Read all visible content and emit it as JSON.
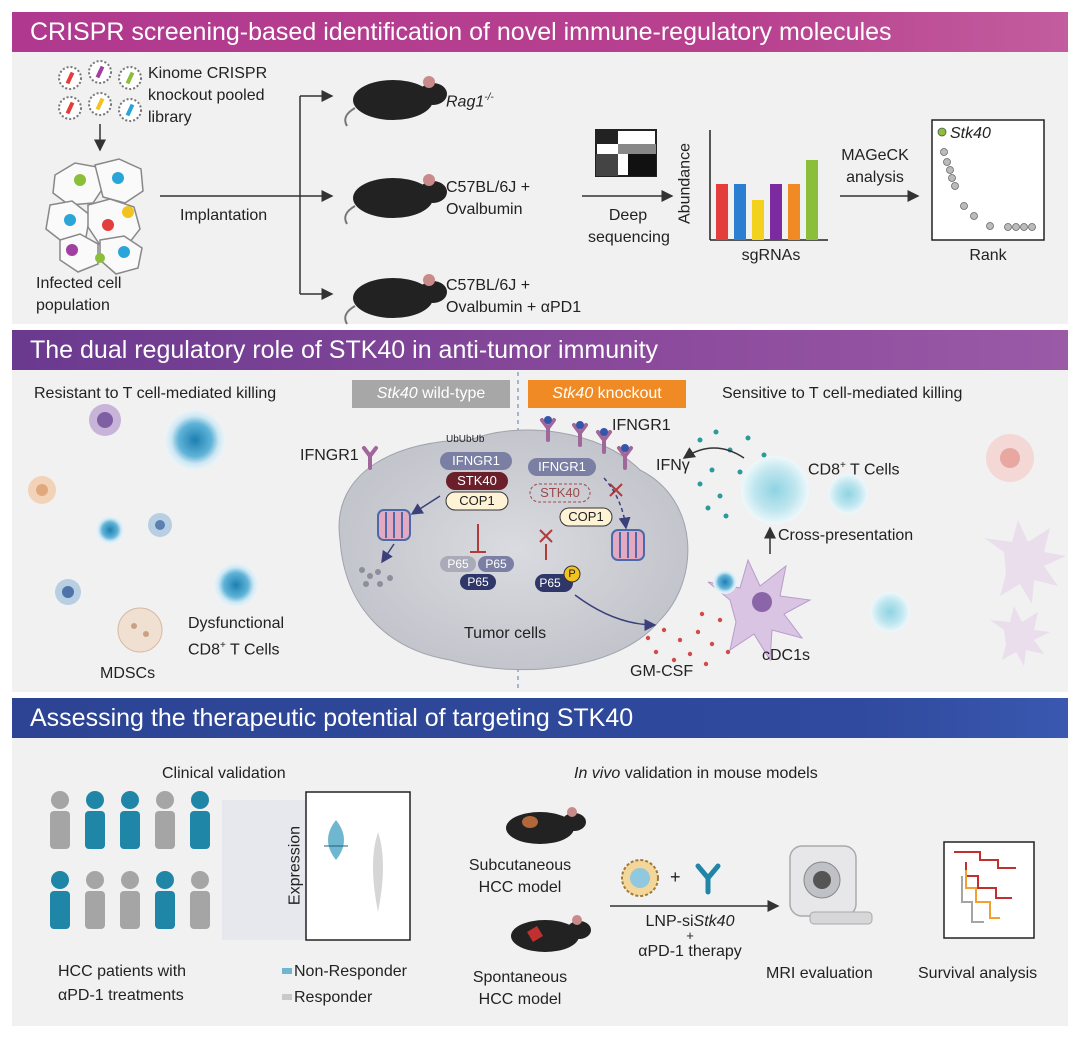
{
  "banners": {
    "top": "CRISPR screening-based identification of novel immune-regulatory molecules",
    "middle": "The dual regulatory role of STK40 in anti-tumor immunity",
    "bottom": "Assessing the therapeutic potential of targeting STK40"
  },
  "screen": {
    "library_line1": "Kinome CRISPR",
    "library_line2": "knockout pooled",
    "library_line3": "library",
    "infected_line1": "Infected cell",
    "infected_line2": "population",
    "implantation": "Implantation",
    "rag1": "Rag1",
    "rag1_sup": "-/-",
    "group2_line1": "C57BL/6J +",
    "group2_line2": "Ovalbumin",
    "group3_line1": "C57BL/6J +",
    "group3_line2": "Ovalbumin + αPD1",
    "deep_line1": "Deep",
    "deep_line2": "sequencing",
    "abundance": "Abundance",
    "sgrnas": "sgRNAs",
    "mageck_line1": "MAGeCK",
    "mageck_line2": "analysis",
    "stk40_hit": "Stk40",
    "rank": "Rank"
  },
  "dual": {
    "resistant": "Resistant to T cell-mediated killing",
    "sensitive": "Sensitive to T cell-mediated killing",
    "wt_tag_gene": "Stk40",
    "wt_tag_rest": " wild-type",
    "ko_tag_gene": "Stk40",
    "ko_tag_rest": " knockout",
    "ifngr1_left": "IFNGR1",
    "ifngr1_right": "IFNGR1",
    "ub": "Ub",
    "ifngr1_box_left": "IFNGR1",
    "stk40_box": "STK40",
    "cop1_box": "COP1",
    "p65_a": "P65",
    "p65_b": "P65",
    "p65_c": "P65",
    "ifngr1_box_right": "IFNGR1",
    "stk40_box_ko": "STK40",
    "cop1_box_ko": "COP1",
    "p65_ko": "P65",
    "phospho": "P",
    "tumor_cells": "Tumor cells",
    "ifng": "IFNγ",
    "cd8": "CD8",
    "cd8_sup": "+",
    "cd8_rest": " T Cells",
    "cross": "Cross-presentation",
    "gmcsf": "GM-CSF",
    "cdc1s": "cDC1s",
    "dysf_line1": "Dysfunctional",
    "dysf_line2_a": "CD8",
    "dysf_sup": "+",
    "dysf_line2_b": " T Cells",
    "mdscs": "MDSCs"
  },
  "therapy": {
    "clinical": "Clinical validation",
    "invivo_italic": "In vivo",
    "invivo_rest": " validation in mouse models",
    "expression": "Expression",
    "hcc_line1": "HCC patients with",
    "hcc_line2": "αPD-1 treatments",
    "legend_nonresponder": "Non-Responder",
    "legend_responder": "Responder",
    "subq_line1": "Subcutaneous",
    "subq_line2": "HCC model",
    "spont_line1": "Spontaneous",
    "spont_line2": "HCC model",
    "plus": "+",
    "lnp_a": "LNP-si",
    "lnp_gene": "Stk40",
    "plus2": "+",
    "apd1_therapy": "αPD-1 therapy",
    "mri": "MRI evaluation",
    "survival": "Survival analysis"
  },
  "colors": {
    "banner_top": "#b8418f",
    "banner_middle": "#7d4596",
    "banner_bottom": "#2f4a9e",
    "panel_bg": "#f1f1f2",
    "wt_tag": "#a7a7a7",
    "ko_tag": "#f08a24",
    "patient_blue": "#1f86a8",
    "patient_grey": "#a5a5a5"
  }
}
